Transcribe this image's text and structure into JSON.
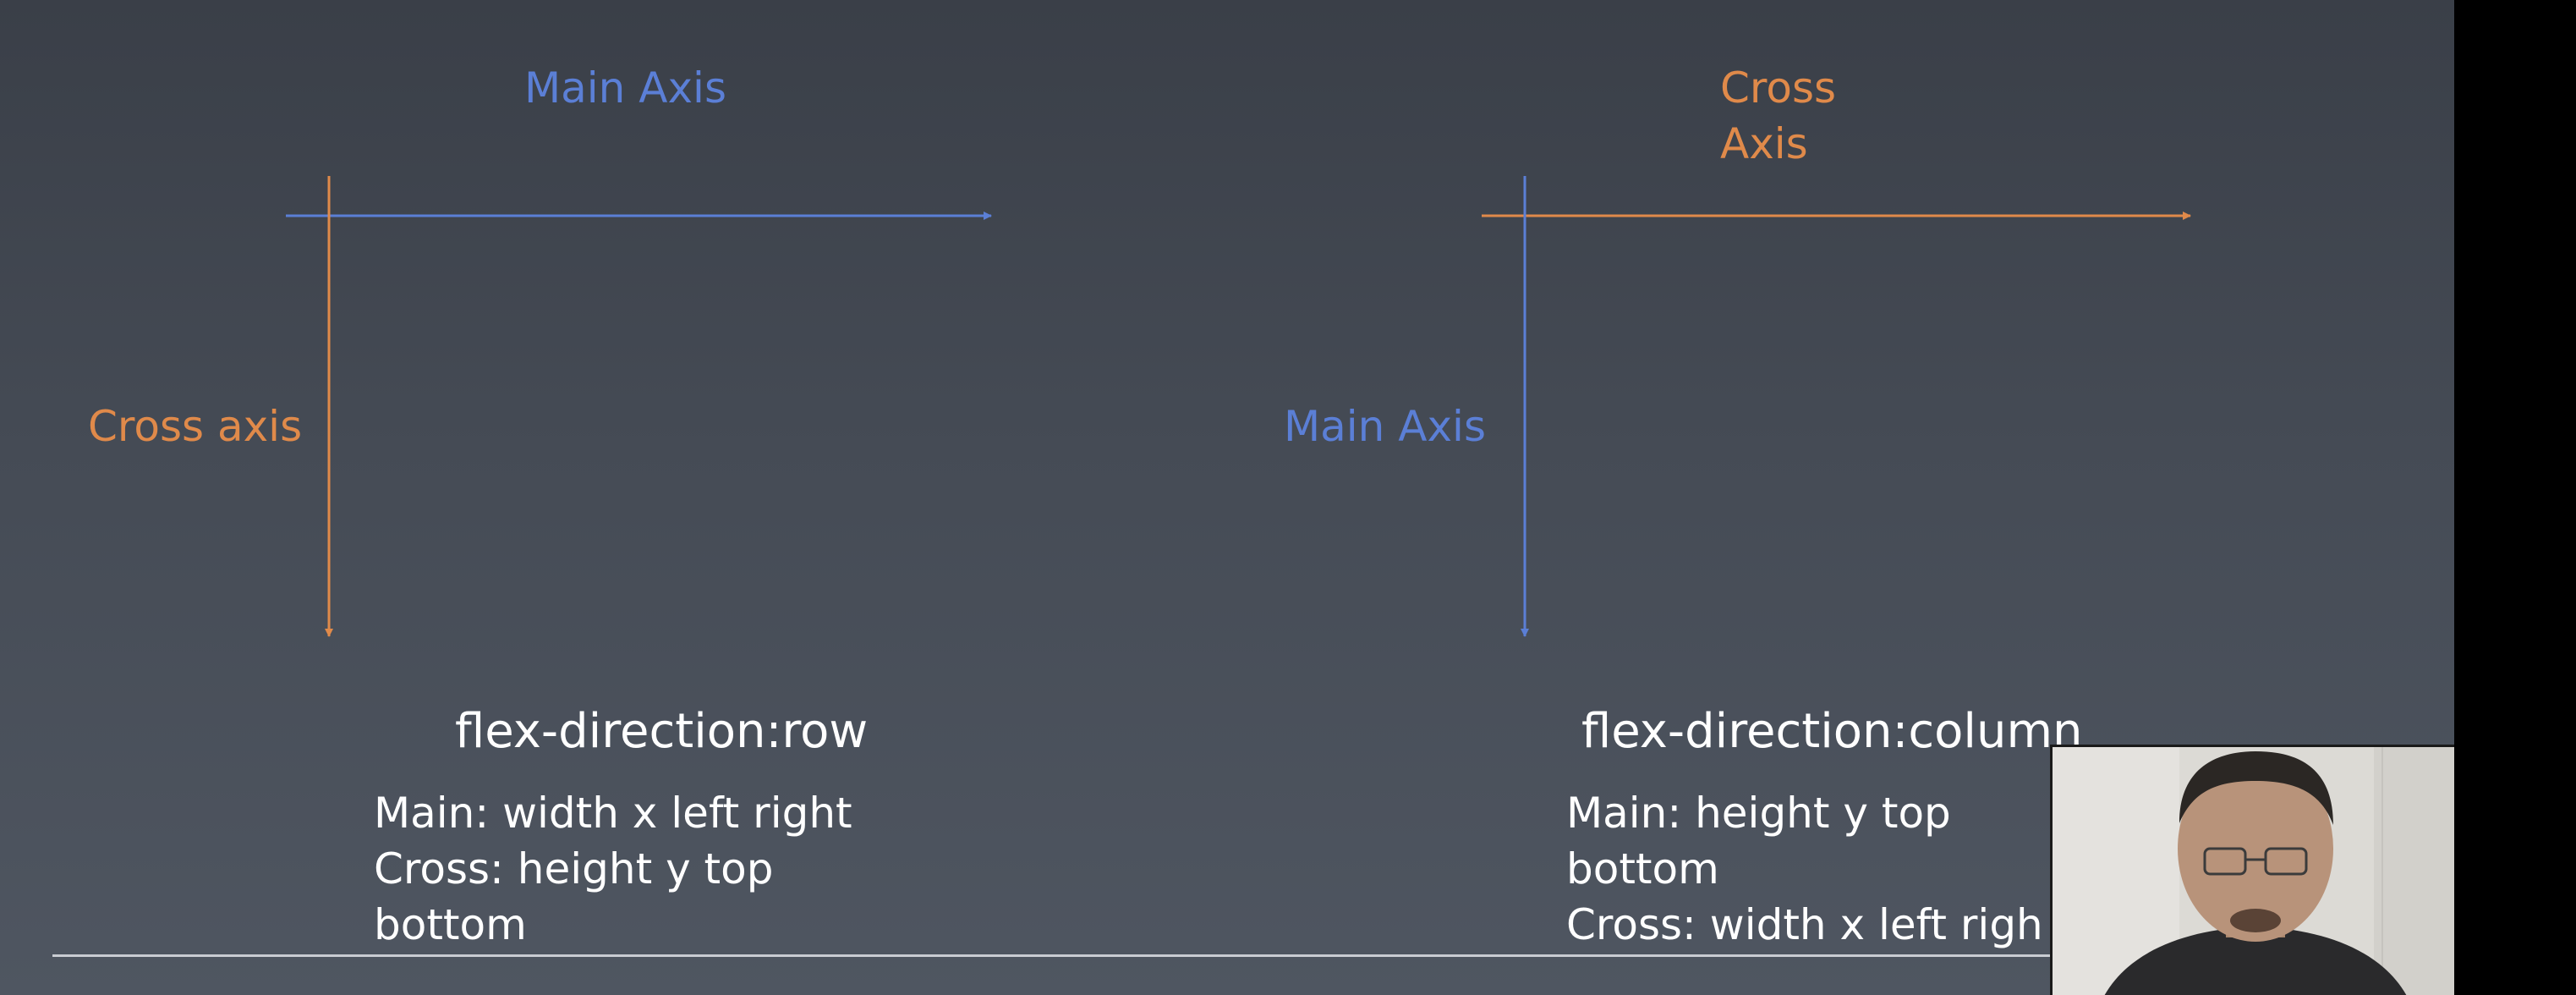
{
  "slide": {
    "left": {
      "main_axis_label": "Main Axis",
      "cross_axis_label": "Cross axis",
      "title": "flex-direction:row",
      "desc_lines": [
        "Main: width x left right",
        "Cross: height y top",
        "bottom"
      ]
    },
    "right": {
      "cross_axis_label_lines": [
        "Cross",
        "Axis"
      ],
      "main_axis_label": "Main Axis",
      "title": "flex-direction:column",
      "desc_lines": [
        "Main: height y top",
        "bottom",
        "Cross: width x left righ"
      ]
    }
  },
  "colors": {
    "main_axis": "#5b7fd6",
    "cross_axis": "#e08a4a"
  }
}
